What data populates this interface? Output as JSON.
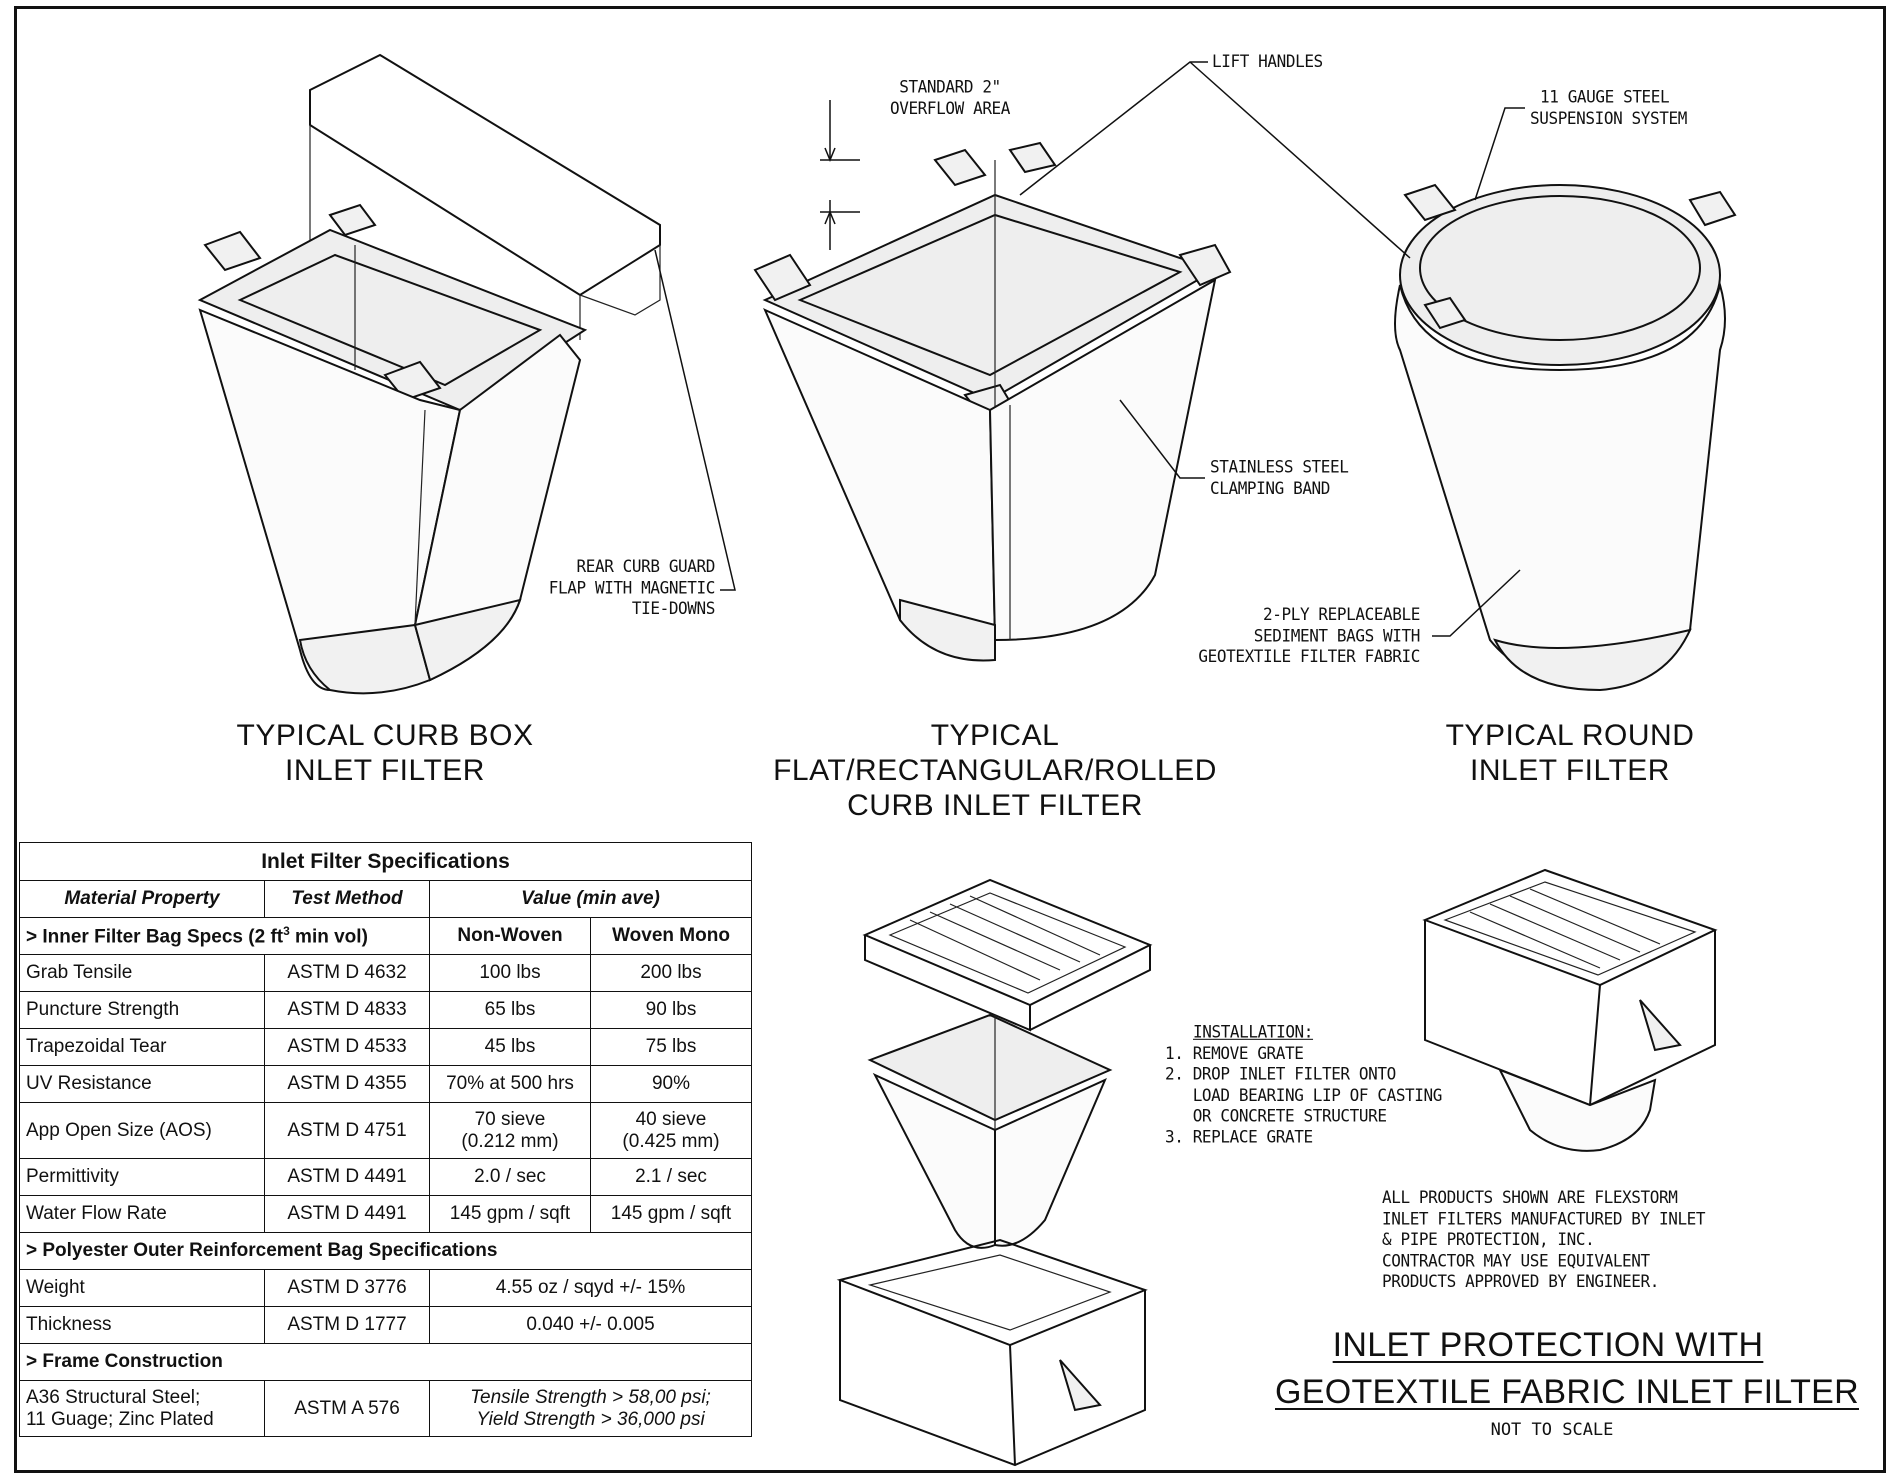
{
  "captions": {
    "curb_box": [
      "TYPICAL CURB BOX",
      "INLET FILTER"
    ],
    "flat_curb": [
      "TYPICAL",
      "FLAT/RECTANGULAR/ROLLED",
      "CURB INLET FILTER"
    ],
    "round": [
      "TYPICAL ROUND",
      "INLET FILTER"
    ]
  },
  "callouts": {
    "overflow": [
      "STANDARD 2\"",
      "OVERFLOW AREA"
    ],
    "lift_handles": "LIFT HANDLES",
    "suspension": [
      "11 GAUGE STEEL",
      "SUSPENSION SYSTEM"
    ],
    "clamping_band": [
      "STAINLESS STEEL",
      "CLAMPING BAND"
    ],
    "curb_guard": [
      "REAR CURB GUARD",
      "FLAP WITH MAGNETIC",
      "TIE-DOWNS"
    ],
    "sediment_bags": [
      "2-PLY REPLACEABLE",
      "SEDIMENT BAGS WITH",
      "GEOTEXTILE FILTER FABRIC"
    ]
  },
  "spec_table": {
    "title": "Inlet Filter Specifications",
    "headers": [
      "Material Property",
      "Test Method",
      "Value (min ave)"
    ],
    "inner_section": {
      "label_pre": "> Inner Filter Bag Specs (2 ft",
      "label_sup": "3",
      "label_post": " min vol)",
      "col1": "Non-Woven",
      "col2": "Woven Mono"
    },
    "inner_rows": [
      [
        "Grab Tensile",
        "ASTM D 4632",
        "100 lbs",
        "200 lbs"
      ],
      [
        "Puncture Strength",
        "ASTM D 4833",
        "65 lbs",
        "90 lbs"
      ],
      [
        "Trapezoidal Tear",
        "ASTM D 4533",
        "45 lbs",
        "75 lbs"
      ],
      [
        "UV Resistance",
        "ASTM D 4355",
        "70% at 500 hrs",
        "90%"
      ]
    ],
    "aos_row": {
      "property": "App Open Size (AOS)",
      "method": "ASTM D 4751",
      "v1": [
        "70 sieve",
        "(0.212 mm)"
      ],
      "v2": [
        "40 sieve",
        "(0.425 mm)"
      ]
    },
    "inner_rows_2": [
      [
        "Permittivity",
        "ASTM D 4491",
        "2.0 / sec",
        "2.1 / sec"
      ],
      [
        "Water Flow Rate",
        "ASTM D 4491",
        "145 gpm / sqft",
        "145 gpm / sqft"
      ]
    ],
    "outer_section": "> Polyester Outer Reinforcement Bag Specifications",
    "outer_rows": [
      [
        "Weight",
        "ASTM D 3776",
        "4.55 oz / sqyd +/- 15%"
      ],
      [
        "Thickness",
        "ASTM D 1777",
        "0.040 +/- 0.005"
      ]
    ],
    "frame_section": "> Frame Construction",
    "frame_row": {
      "property": [
        "A36 Structural Steel;",
        "11 Guage; Zinc Plated"
      ],
      "method": "ASTM A 576",
      "value": [
        "Tensile Strength > 58,00 psi;",
        "Yield Strength > 36,000 psi"
      ]
    }
  },
  "installation": {
    "heading": "INSTALLATION:",
    "steps": [
      "1. REMOVE GRATE",
      "2. DROP INLET FILTER ONTO",
      "   LOAD BEARING LIP OF CASTING",
      "   OR CONCRETE STRUCTURE",
      "3. REPLACE GRATE"
    ]
  },
  "products_note": [
    "ALL PRODUCTS SHOWN ARE FLEXSTORM",
    "INLET FILTERS MANUFACTURED BY INLET",
    "& PIPE PROTECTION, INC.",
    "CONTRACTOR MAY USE EQUIVALENT",
    "PRODUCTS APPROVED BY ENGINEER."
  ],
  "main_title": [
    "INLET PROTECTION WITH",
    "GEOTEXTILE FABRIC INLET FILTER"
  ],
  "scale_note": "NOT TO SCALE"
}
